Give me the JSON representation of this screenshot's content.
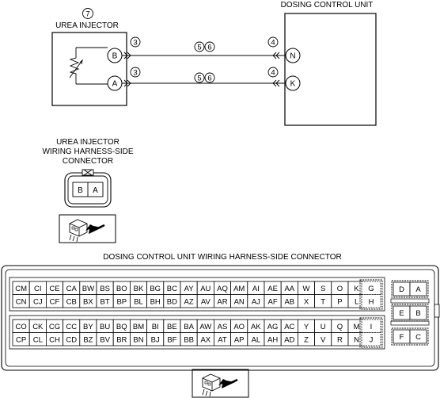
{
  "injector": {
    "ref": "7",
    "title": "UREA INJECTOR",
    "pins": [
      "B",
      "A"
    ]
  },
  "control_unit": {
    "title": "DOSING CONTROL UNIT",
    "pins": [
      "N",
      "K"
    ]
  },
  "wires": [
    {
      "left_ref": "3",
      "mid_refs": [
        "5",
        "6"
      ],
      "right_ref": "4"
    },
    {
      "left_ref": "3",
      "mid_refs": [
        "5",
        "6"
      ],
      "right_ref": "4"
    }
  ],
  "injector_connector": {
    "title_lines": [
      "UREA INJECTOR",
      "WIRING HARNESS-SIDE",
      "CONNECTOR"
    ],
    "pins": [
      "B",
      "A"
    ]
  },
  "dcu_connector": {
    "title": "DOSING CONTROL UNIT WIRING HARNESS-SIDE CONNECTOR",
    "upper_rows": [
      [
        "CM",
        "CI",
        "CE",
        "CA",
        "BW",
        "BS",
        "BO",
        "BK",
        "BG",
        "BC",
        "AY",
        "AU",
        "AQ",
        "AM",
        "AI",
        "AE",
        "AA",
        "W",
        "S",
        "O",
        "K"
      ],
      [
        "CN",
        "CJ",
        "CF",
        "CB",
        "BX",
        "BT",
        "BP",
        "BL",
        "BH",
        "BD",
        "AZ",
        "AV",
        "AR",
        "AN",
        "AJ",
        "AF",
        "AB",
        "X",
        "T",
        "P",
        "L"
      ]
    ],
    "lower_rows": [
      [
        "CO",
        "CK",
        "CG",
        "CC",
        "BY",
        "BU",
        "BQ",
        "BM",
        "BI",
        "BE",
        "BA",
        "AW",
        "AS",
        "AO",
        "AK",
        "AG",
        "AC",
        "Y",
        "U",
        "Q",
        "M"
      ],
      [
        "CP",
        "CL",
        "CH",
        "CD",
        "BZ",
        "BV",
        "BR",
        "BN",
        "BJ",
        "BF",
        "BB",
        "AX",
        "AT",
        "AP",
        "AL",
        "AH",
        "AD",
        "Z",
        "V",
        "R",
        "N"
      ]
    ],
    "upper_end_pins": [
      "G",
      "H"
    ],
    "lower_end_pins": [
      "I",
      "J"
    ],
    "side_pins": [
      [
        "D",
        "A"
      ],
      [
        "E",
        "B"
      ],
      [
        "F",
        "C"
      ]
    ]
  }
}
